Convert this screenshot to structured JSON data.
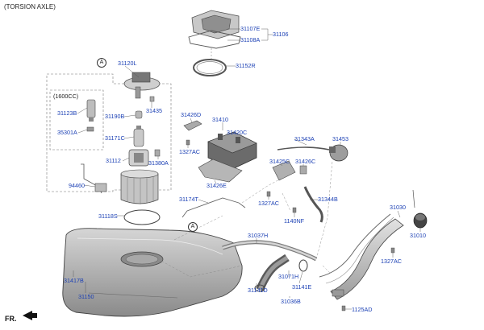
{
  "header": {
    "title": "(TORSION AXLE)"
  },
  "direction": {
    "label": "FR."
  },
  "group": {
    "label": "(1600CC)"
  },
  "refs": {
    "a1": "A",
    "a2": "A"
  },
  "parts": {
    "p31107E": "31107E",
    "p31108A": "31108A",
    "p31106": "31106",
    "p31152R": "31152R",
    "p31120L": "31120L",
    "p31435": "31435",
    "p31123B": "31123B",
    "p35301A": "35301A",
    "p31190B": "31190B",
    "p31171C": "31171C",
    "p31112": "31112",
    "p31380A": "31380A",
    "p94460": "94460",
    "p31118S": "31118S",
    "p31426D": "31426D",
    "p31410": "31410",
    "p31420C": "31420C",
    "p1327AC_a": "1327AC",
    "p31343A": "31343A",
    "p31453": "31453",
    "p31425C": "31425C",
    "p31426C": "31426C",
    "p31426E": "31426E",
    "p31174T": "31174T",
    "p1327AC_b": "1327AC",
    "p31344B": "31344B",
    "p1140NF": "1140NF",
    "p31030": "31030",
    "p31010": "31010",
    "p1327AC_c": "1327AC",
    "p31037H": "31037H",
    "p31417B": "31417B",
    "p31150": "31150",
    "p31141D": "31141D",
    "p31071H": "31071H",
    "p31141E": "31141E",
    "p31036B": "31036B",
    "p1125AD": "1125AD"
  }
}
